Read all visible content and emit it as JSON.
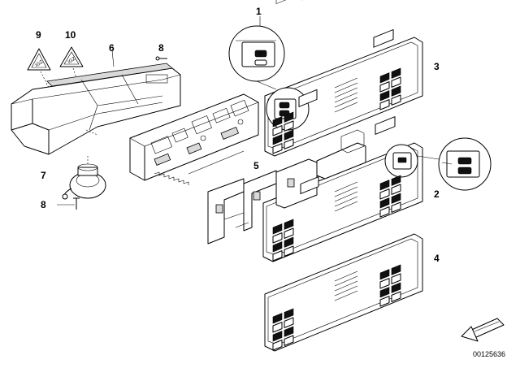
{
  "diagram": {
    "callouts": [
      "1",
      "2",
      "3",
      "4",
      "5",
      "6",
      "7",
      "8",
      "8",
      "9",
      "10"
    ],
    "warning_symbol_text": "IGZ",
    "reference_number": "00125636"
  }
}
